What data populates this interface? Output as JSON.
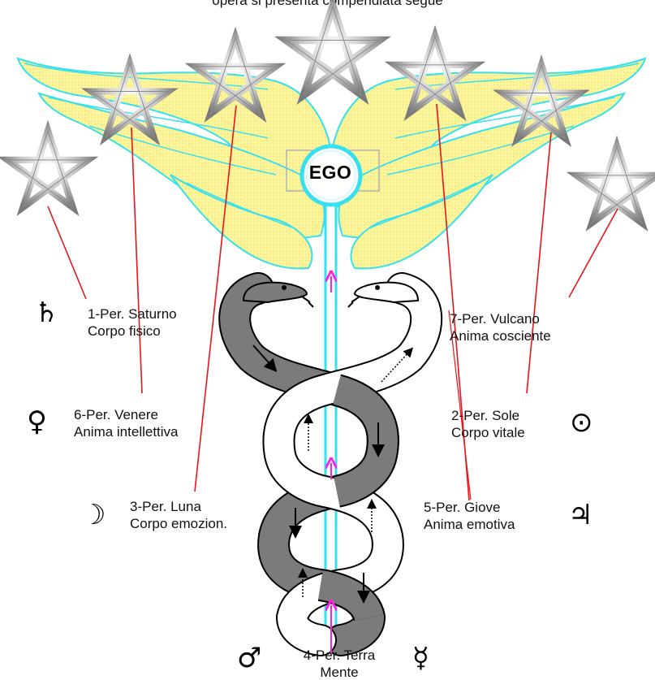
{
  "top_caption": "opera si presenta compendiata segue",
  "center_label": "EGO",
  "periods": [
    {
      "line1": "1-Per. Saturno",
      "line2": "Corpo fisico",
      "symbol": "♄",
      "symbol_name": "saturn-symbol"
    },
    {
      "line1": "6-Per. Venere",
      "line2": "Anima intellettiva",
      "symbol": "♀",
      "symbol_name": "venus-symbol"
    },
    {
      "line1": "3-Per. Luna",
      "line2": "Corpo emozion.",
      "symbol": "☽",
      "symbol_name": "moon-symbol"
    },
    {
      "line1": "7-Per. Vulcano",
      "line2": "Anima cosciente",
      "symbol": "",
      "symbol_name": "none"
    },
    {
      "line1": "2-Per. Sole",
      "line2": "Corpo vitale",
      "symbol": "⊙",
      "symbol_name": "sun-symbol"
    },
    {
      "line1": "5-Per. Giove",
      "line2": "Anima emotiva",
      "symbol": "♃",
      "symbol_name": "jupiter-symbol"
    },
    {
      "line1": "4-Per. Terra",
      "line2": "Mente",
      "symbol": "♂",
      "symbol_name": "mars-symbol"
    }
  ],
  "mercury_symbol": "☿",
  "colors": {
    "wing_fill": "#fdf59a",
    "wing_stroke": "#37e0ee",
    "staff": "#37e0ee",
    "snake_dark": "#7b7b7b",
    "snake_light": "#ffffff",
    "pointer_line": "#e8151b",
    "arrow_up": "#ff1fe0",
    "star_gray": "#a0a0a0"
  }
}
